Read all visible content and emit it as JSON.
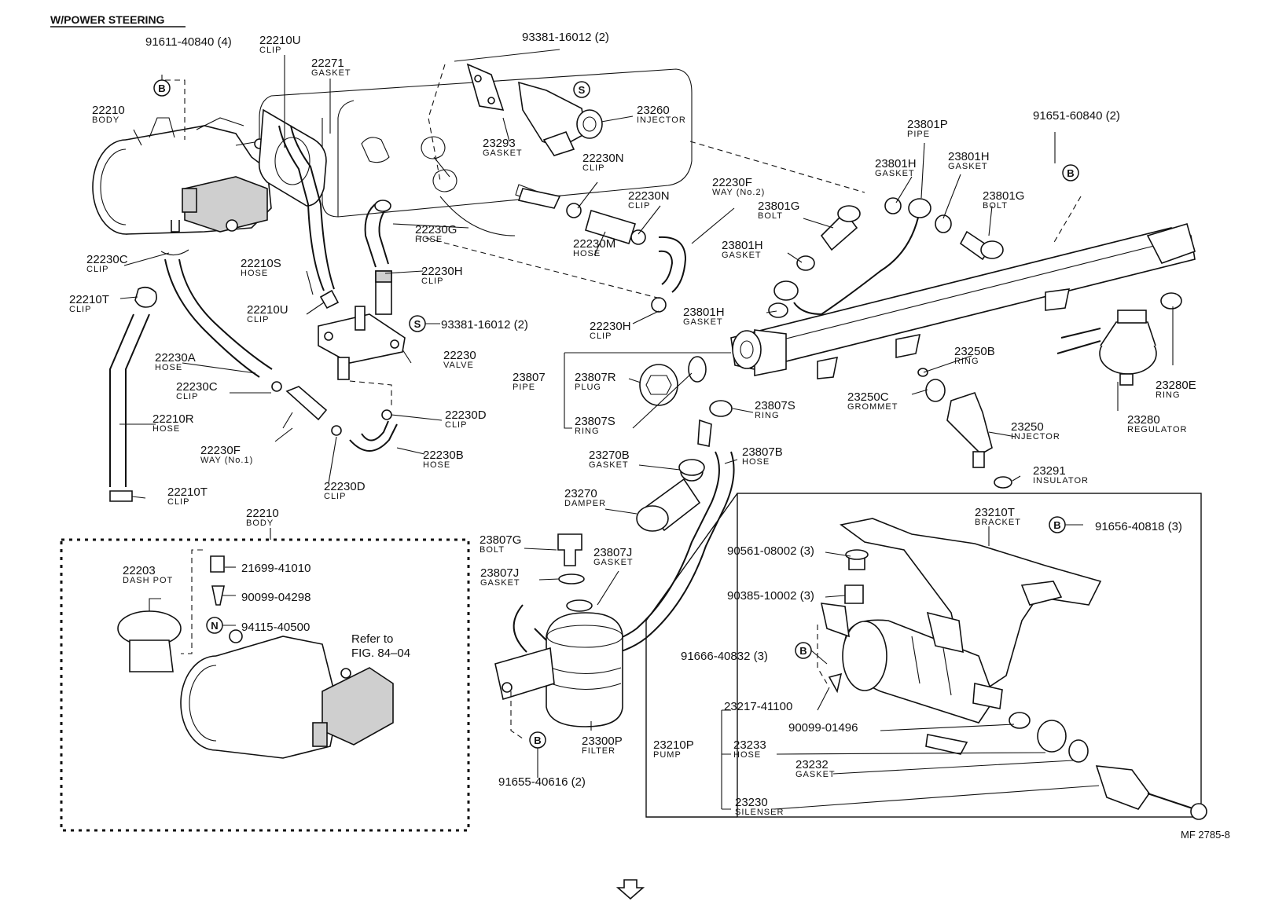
{
  "title": "W/POWER STEERING",
  "figure_ref": "MF 2785-8",
  "refer_to": [
    "Refer to",
    "FIG. 84–04"
  ],
  "nav_icon": "outline-down-arrow-icon",
  "callouts": {
    "b1": "B",
    "b2": "B",
    "b3": "B",
    "b4": "B",
    "b5": "B",
    "s1": "S",
    "s2": "S",
    "n1": "N"
  },
  "labels": [
    {
      "pn": "91611-40840 (4)"
    },
    {
      "pn": "22210U",
      "name": "CLIP"
    },
    {
      "pn": "22271",
      "name": "GASKET"
    },
    {
      "pn": "93381-16012 (2)"
    },
    {
      "pn": "22210",
      "name": "BODY"
    },
    {
      "pn": "23260",
      "name": "INJECTOR"
    },
    {
      "pn": "23293",
      "name": "GASKET"
    },
    {
      "pn": "22230N",
      "name": "CLIP"
    },
    {
      "pn": "22230N",
      "name": "CLIP"
    },
    {
      "pn": "22230G",
      "name": "HOSE"
    },
    {
      "pn": "22230M",
      "name": "HOSE"
    },
    {
      "pn": "22230F",
      "name": "WAY (No.2)"
    },
    {
      "pn": "23801P",
      "name": "PIPE"
    },
    {
      "pn": "91651-60840 (2)"
    },
    {
      "pn": "23801H",
      "name": "GASKET"
    },
    {
      "pn": "23801H",
      "name": "GASKET"
    },
    {
      "pn": "23801G",
      "name": "BOLT"
    },
    {
      "pn": "23801G",
      "name": "BOLT"
    },
    {
      "pn": "23801H",
      "name": "GASKET"
    },
    {
      "pn": "23801H",
      "name": "GASKET"
    },
    {
      "pn": "22230C",
      "name": "CLIP"
    },
    {
      "pn": "22210S",
      "name": "HOSE"
    },
    {
      "pn": "22230H",
      "name": "CLIP"
    },
    {
      "pn": "22210T",
      "name": "CLIP"
    },
    {
      "pn": "22210U",
      "name": "CLIP"
    },
    {
      "pn": "93381-16012 (2)"
    },
    {
      "pn": "22230H",
      "name": "CLIP"
    },
    {
      "pn": "22230A",
      "name": "HOSE"
    },
    {
      "pn": "22230",
      "name": "VALVE"
    },
    {
      "pn": "23807",
      "name": "PIPE"
    },
    {
      "pn": "23807R",
      "name": "PLUG"
    },
    {
      "pn": "23250B",
      "name": "RING"
    },
    {
      "pn": "23280E",
      "name": "RING"
    },
    {
      "pn": "22230C",
      "name": "CLIP"
    },
    {
      "pn": "22210R",
      "name": "HOSE"
    },
    {
      "pn": "23807S",
      "name": "RING"
    },
    {
      "pn": "23250C",
      "name": "GROMMET"
    },
    {
      "pn": "23807S",
      "name": "RING"
    },
    {
      "pn": "22230D",
      "name": "CLIP"
    },
    {
      "pn": "23250",
      "name": "INJECTOR"
    },
    {
      "pn": "23280",
      "name": "REGULATOR"
    },
    {
      "pn": "22230F",
      "name": "WAY (No.1)"
    },
    {
      "pn": "23807B",
      "name": "HOSE"
    },
    {
      "pn": "22230B",
      "name": "HOSE"
    },
    {
      "pn": "23270B",
      "name": "GASKET"
    },
    {
      "pn": "23291",
      "name": "INSULATOR"
    },
    {
      "pn": "22230D",
      "name": "CLIP"
    },
    {
      "pn": "22210T",
      "name": "CLIP"
    },
    {
      "pn": "23270",
      "name": "DAMPER"
    },
    {
      "pn": "23210T",
      "name": "BRACKET"
    },
    {
      "pn": "22210",
      "name": "BODY"
    },
    {
      "pn": "91656-40818 (3)"
    },
    {
      "pn": "23807G",
      "name": "BOLT"
    },
    {
      "pn": "23807J",
      "name": "GASKET"
    },
    {
      "pn": "90561-08002 (3)"
    },
    {
      "pn": "22203",
      "name": "DASH POT"
    },
    {
      "pn": "21699-41010"
    },
    {
      "pn": "23807J",
      "name": "GASKET"
    },
    {
      "pn": "90385-10002 (3)"
    },
    {
      "pn": "90099-04298"
    },
    {
      "pn": "94115-40500"
    },
    {
      "pn": "91666-40832 (3)"
    },
    {
      "pn": "23217-41100"
    },
    {
      "pn": "90099-01496"
    },
    {
      "pn": "23210P",
      "name": "PUMP"
    },
    {
      "pn": "23233",
      "name": "HOSE"
    },
    {
      "pn": "23300P",
      "name": "FILTER"
    },
    {
      "pn": "23232",
      "name": "GASKET"
    },
    {
      "pn": "23230",
      "name": "SILENSER"
    },
    {
      "pn": "91655-40616 (2)"
    }
  ]
}
